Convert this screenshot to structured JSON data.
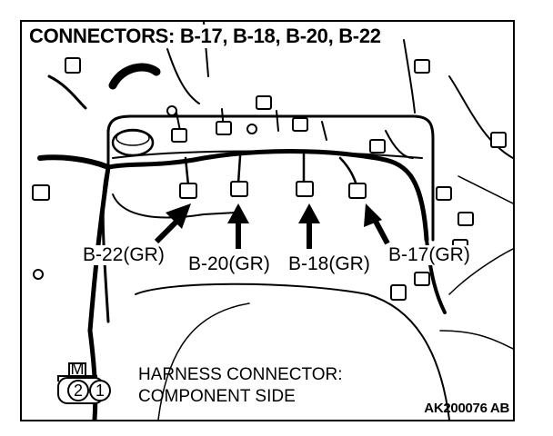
{
  "title": "CONNECTORS: B-17, B-18, B-20, B-22",
  "connectors": [
    {
      "label": "B-22(GR)"
    },
    {
      "label": "B-20(GR)"
    },
    {
      "label": "B-18(GR)"
    },
    {
      "label": "B-17(GR)"
    }
  ],
  "legend": {
    "line1": "HARNESS CONNECTOR:",
    "line2": "COMPONENT SIDE",
    "top_tab": "M",
    "pin_left": "2",
    "pin_right": "1"
  },
  "figure_code": "AK200076 AB"
}
